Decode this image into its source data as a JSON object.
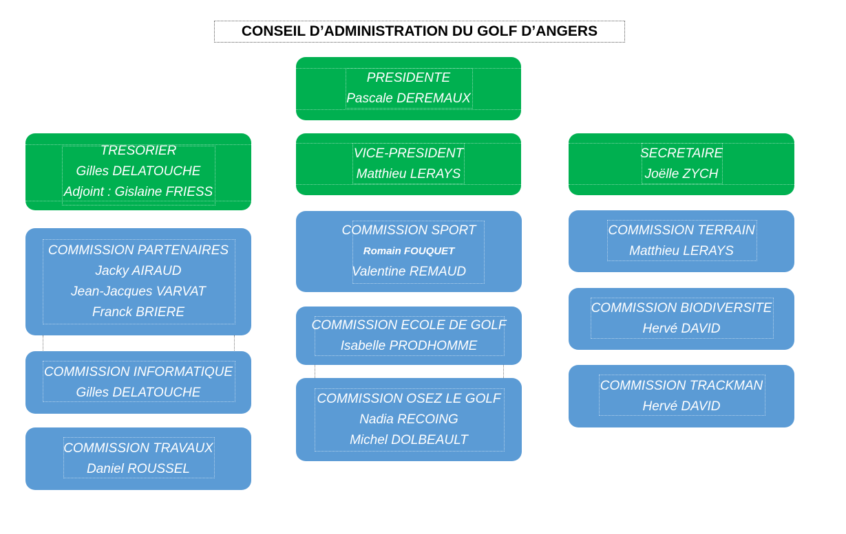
{
  "title": "CONSEIL D’ADMINISTRATION DU GOLF D’ANGERS",
  "colors": {
    "board": "#00b050",
    "commission": "#5b9bd5",
    "text": "#ffffff"
  },
  "presidente": {
    "role": "PRESIDENTE",
    "name": "Pascale DEREMAUX"
  },
  "tresorier": {
    "role": "TRESORIER",
    "name": "Gilles DELATOUCHE",
    "adjoint": "Adjoint : Gislaine FRIESS"
  },
  "vice_president": {
    "role": "VICE-PRESIDENT",
    "name": "Matthieu LERAYS"
  },
  "secretaire": {
    "role": "SECRETAIRE",
    "name": "Joëlle ZYCH"
  },
  "commissions": {
    "partenaires": {
      "title": "COMMISSION PARTENAIRES",
      "members": [
        "Jacky AIRAUD",
        "Jean-Jacques VARVAT",
        "Franck BRIERE"
      ]
    },
    "informatique": {
      "title": "COMMISSION INFORMATIQUE",
      "members": [
        "Gilles DELATOUCHE"
      ]
    },
    "travaux": {
      "title": "COMMISSION TRAVAUX",
      "members": [
        "Daniel ROUSSEL"
      ]
    },
    "sport": {
      "title": "COMMISSION SPORT",
      "members": [
        "Romain FOUQUET",
        "Valentine REMAUD"
      ]
    },
    "ecole": {
      "title": "COMMISSION ECOLE DE GOLF",
      "members": [
        "Isabelle PRODHOMME"
      ]
    },
    "osez": {
      "title": "COMMISSION OSEZ LE GOLF",
      "members": [
        "Nadia RECOING",
        "Michel DOLBEAULT"
      ]
    },
    "terrain": {
      "title": "COMMISSION TERRAIN",
      "members": [
        "Matthieu LERAYS"
      ]
    },
    "biodiversite": {
      "title": "COMMISSION BIODIVERSITE",
      "members": [
        "Hervé DAVID"
      ]
    },
    "trackman": {
      "title": "COMMISSION TRACKMAN",
      "members": [
        "Hervé DAVID"
      ]
    }
  }
}
